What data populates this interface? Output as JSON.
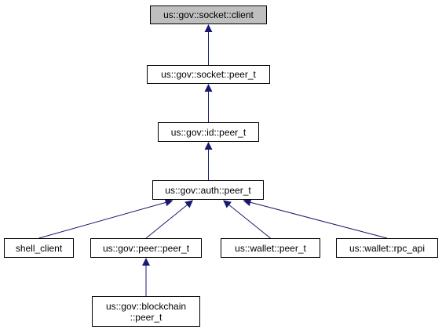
{
  "colors": {
    "root_fill": "#bfbfbf",
    "node_fill": "#ffffff",
    "border": "#000000",
    "arrow": "#191970"
  },
  "nodes": {
    "client": "us::gov::socket::client",
    "socket_peer_t": "us::gov::socket::peer_t",
    "id_peer_t": "us::gov::id::peer_t",
    "auth_peer_t": "us::gov::auth::peer_t",
    "shell_client": "shell_client",
    "gov_peer_t": "us::gov::peer::peer_t",
    "wallet_peer_t": "us::wallet::peer_t",
    "rpc_api": "us::wallet::rpc_api",
    "blockchain_peer_t_line1": "us::gov::blockchain",
    "blockchain_peer_t_line2": "::peer_t"
  },
  "edges": [
    {
      "from": "socket_peer_t",
      "to": "client"
    },
    {
      "from": "id_peer_t",
      "to": "socket_peer_t"
    },
    {
      "from": "auth_peer_t",
      "to": "id_peer_t"
    },
    {
      "from": "shell_client",
      "to": "auth_peer_t"
    },
    {
      "from": "gov_peer_t",
      "to": "auth_peer_t"
    },
    {
      "from": "wallet_peer_t",
      "to": "auth_peer_t"
    },
    {
      "from": "rpc_api",
      "to": "auth_peer_t"
    },
    {
      "from": "blockchain_peer_t",
      "to": "gov_peer_t"
    }
  ]
}
